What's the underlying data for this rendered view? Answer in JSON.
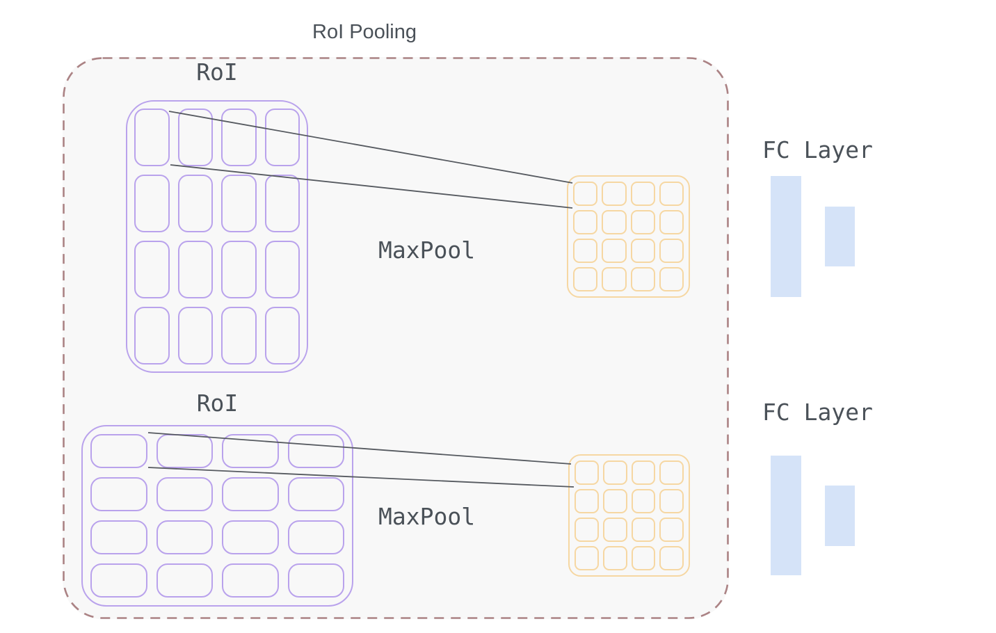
{
  "title": "RoI Pooling",
  "colors": {
    "container_dash": "#ab8284",
    "container_fill": "#f8f8f8",
    "roi_grid_stroke": "#b9a2ec",
    "pooled_grid_stroke": "#f6d7a2",
    "fc_bar_fill": "#d5e3f8",
    "connector_line": "#55595f",
    "text": "#4a5158"
  },
  "rows": [
    {
      "roi_label": "RoI",
      "op_label": "MaxPool",
      "fc_label": "FC Layer",
      "roi_grid": {
        "rows": 4,
        "cols": 4
      },
      "pooled_grid": {
        "rows": 4,
        "cols": 4
      },
      "fc_bars": 2
    },
    {
      "roi_label": "RoI",
      "op_label": "MaxPool",
      "fc_label": "FC Layer",
      "roi_grid": {
        "rows": 4,
        "cols": 4
      },
      "pooled_grid": {
        "rows": 4,
        "cols": 4
      },
      "fc_bars": 2
    }
  ]
}
